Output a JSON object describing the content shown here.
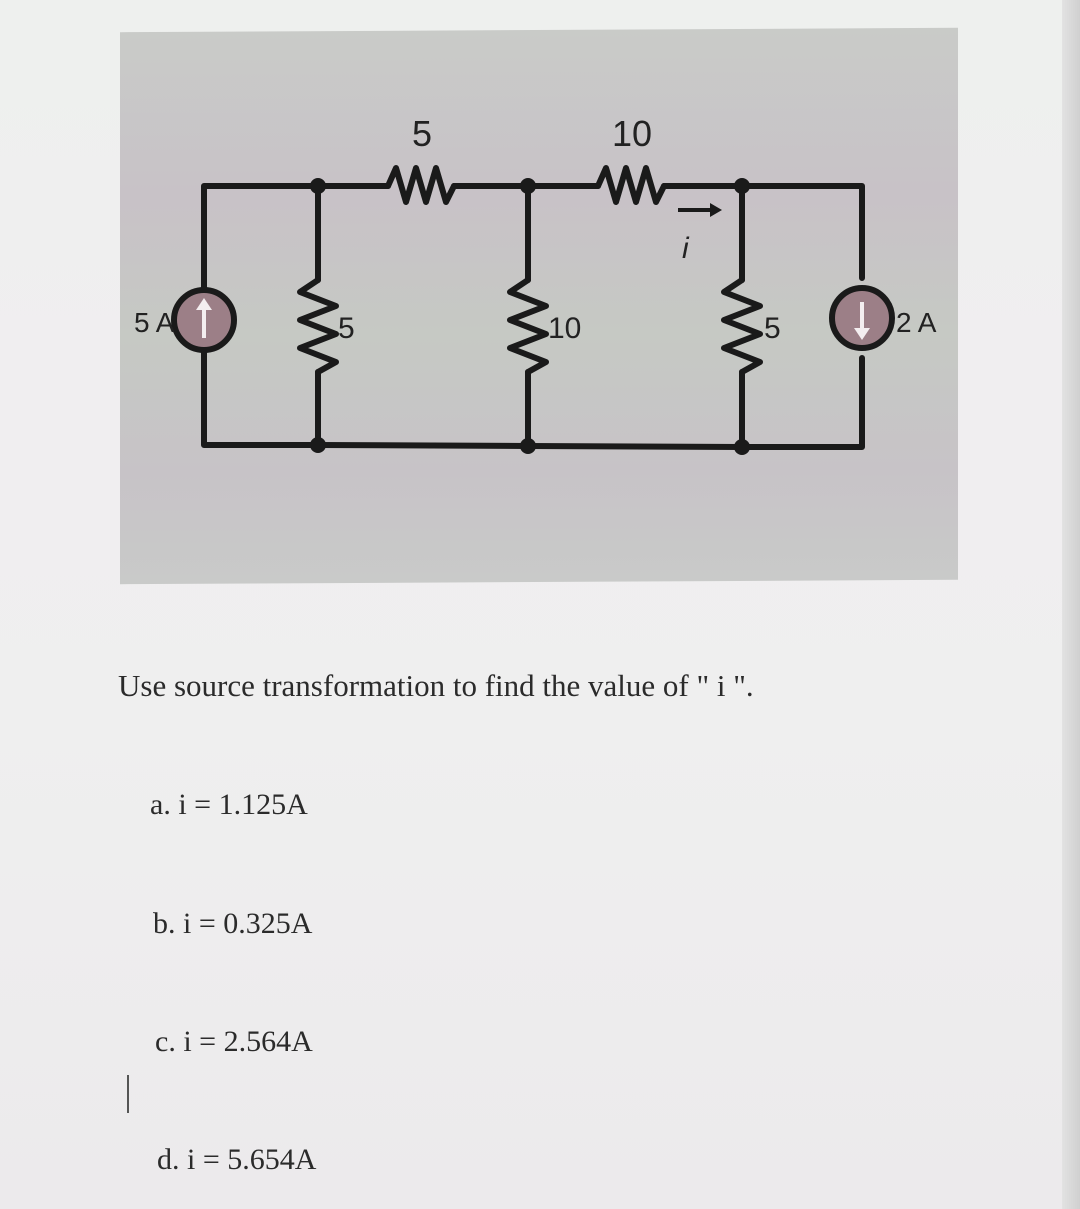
{
  "figure": {
    "labels": {
      "source_left": "5 A",
      "r_top_left": "5",
      "r_top_right": "10",
      "r_shunt_1": "5",
      "r_shunt_2": "10",
      "r_shunt_3": "5",
      "source_right": "2 A",
      "current": "i"
    },
    "colors": {
      "wire": "#1a1a1a",
      "source_fill": "#9c7f87"
    }
  },
  "question": {
    "text": "Use source transformation to find the value of \" i \"."
  },
  "options": [
    {
      "label": "a. i = 1.125A"
    },
    {
      "label": "b. i = 0.325A"
    },
    {
      "label": "c. i = 2.564A"
    },
    {
      "label": "d. i = 5.654A"
    }
  ]
}
